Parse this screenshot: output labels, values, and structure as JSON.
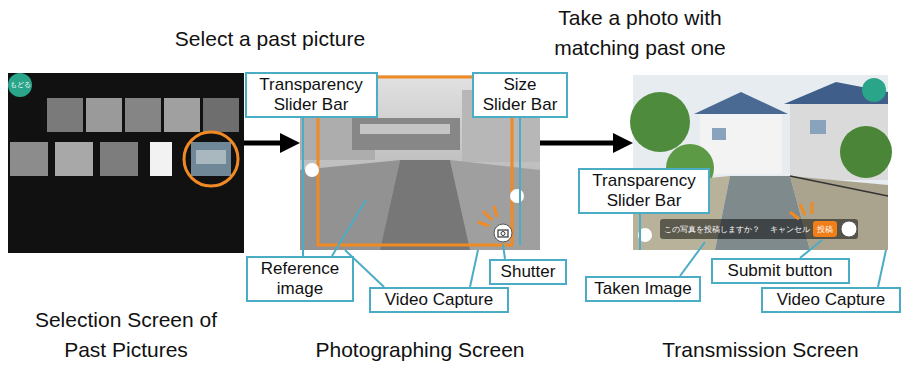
{
  "diagram": {
    "nodes": [
      {
        "text": [
          "Selection Screen of Past Pictures"
        ]
      },
      {
        "text": [
          "Transparency Slider Bar"
        ]
      },
      {
        "text": [
          "Size Slider Bar"
        ]
      },
      {
        "text": [
          "Photographing Screen"
        ]
      },
      {
        "text": [
          "Transmission Screen"
        ]
      },
      {
        "text": [
          "Transparency Slider Bar"
        ]
      },
      {
        "text": [
          "Reference image"
        ]
      },
      {
        "text": [
          "Shutter"
        ]
      },
      {
        "text": [
          "Submit button"
        ]
      },
      {
        "text": [
          "Taken Image"
        ]
      },
      {
        "text": [
          "Video Capture"
        ]
      },
      {
        "text": [
          "Video Capture"
        ]
      }
    ],
    "edges": [
      {
        "from": 0,
        "to": 3,
        "arrow": "to"
      },
      {
        "from": 3,
        "to": 4,
        "arrow": "to"
      }
    ],
    "labels": [
      "Select a past picture",
      "Take a photo with matching past one",
      "もどる",
      "この写真を投稿しますか？",
      "キャンセル",
      "投稿"
    ]
  }
}
